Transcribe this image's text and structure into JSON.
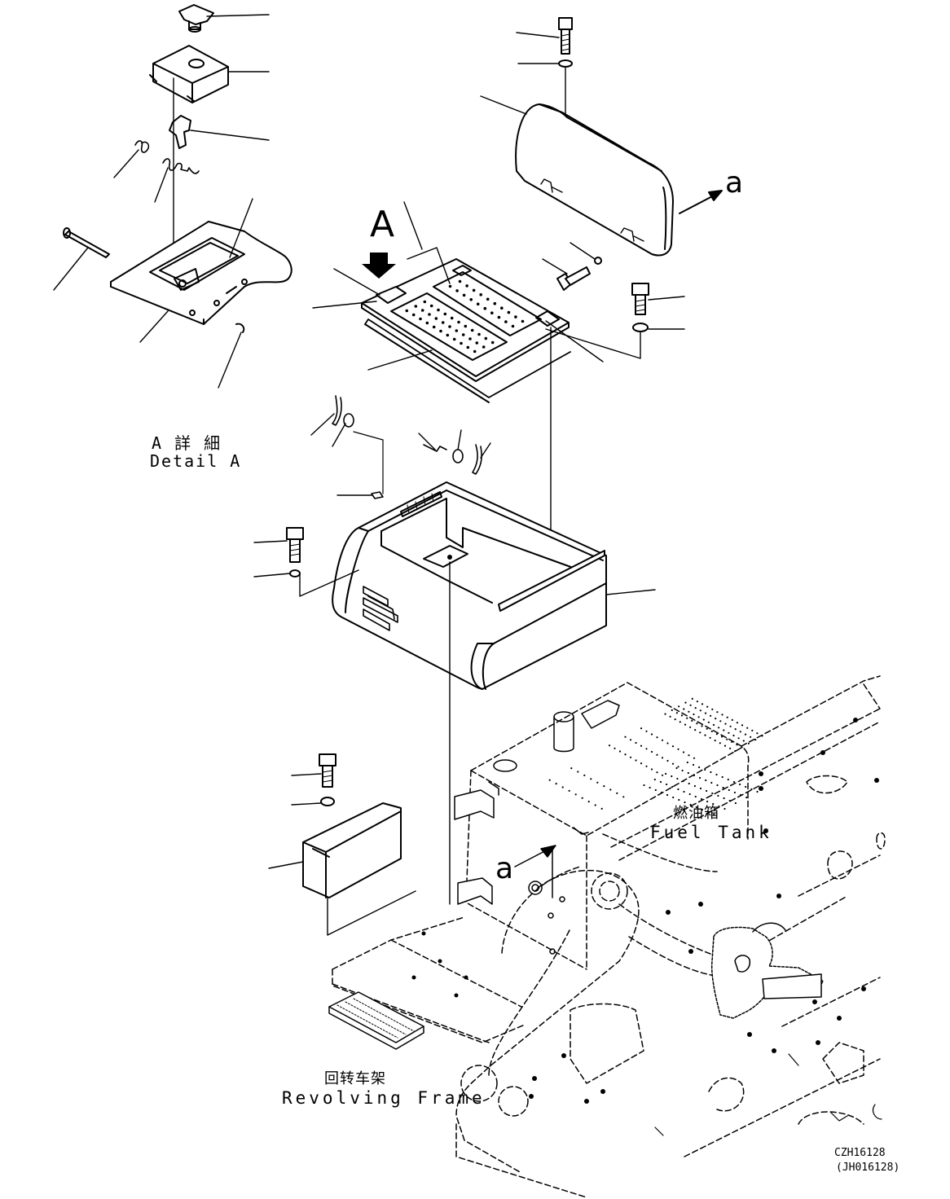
{
  "detail_view": {
    "letter": "A",
    "caption_cn": "A 詳 細",
    "caption_en": "Detail A"
  },
  "callout_a": [
    "a",
    "a"
  ],
  "fuel_tank": {
    "label_cn": "燃油箱",
    "label_en": "Fuel Tank"
  },
  "revolving_frame": {
    "label_cn": "回转车架",
    "label_en": "Revolving Frame"
  },
  "drawing_codes": [
    "CZH16128",
    "(JH016128)"
  ]
}
